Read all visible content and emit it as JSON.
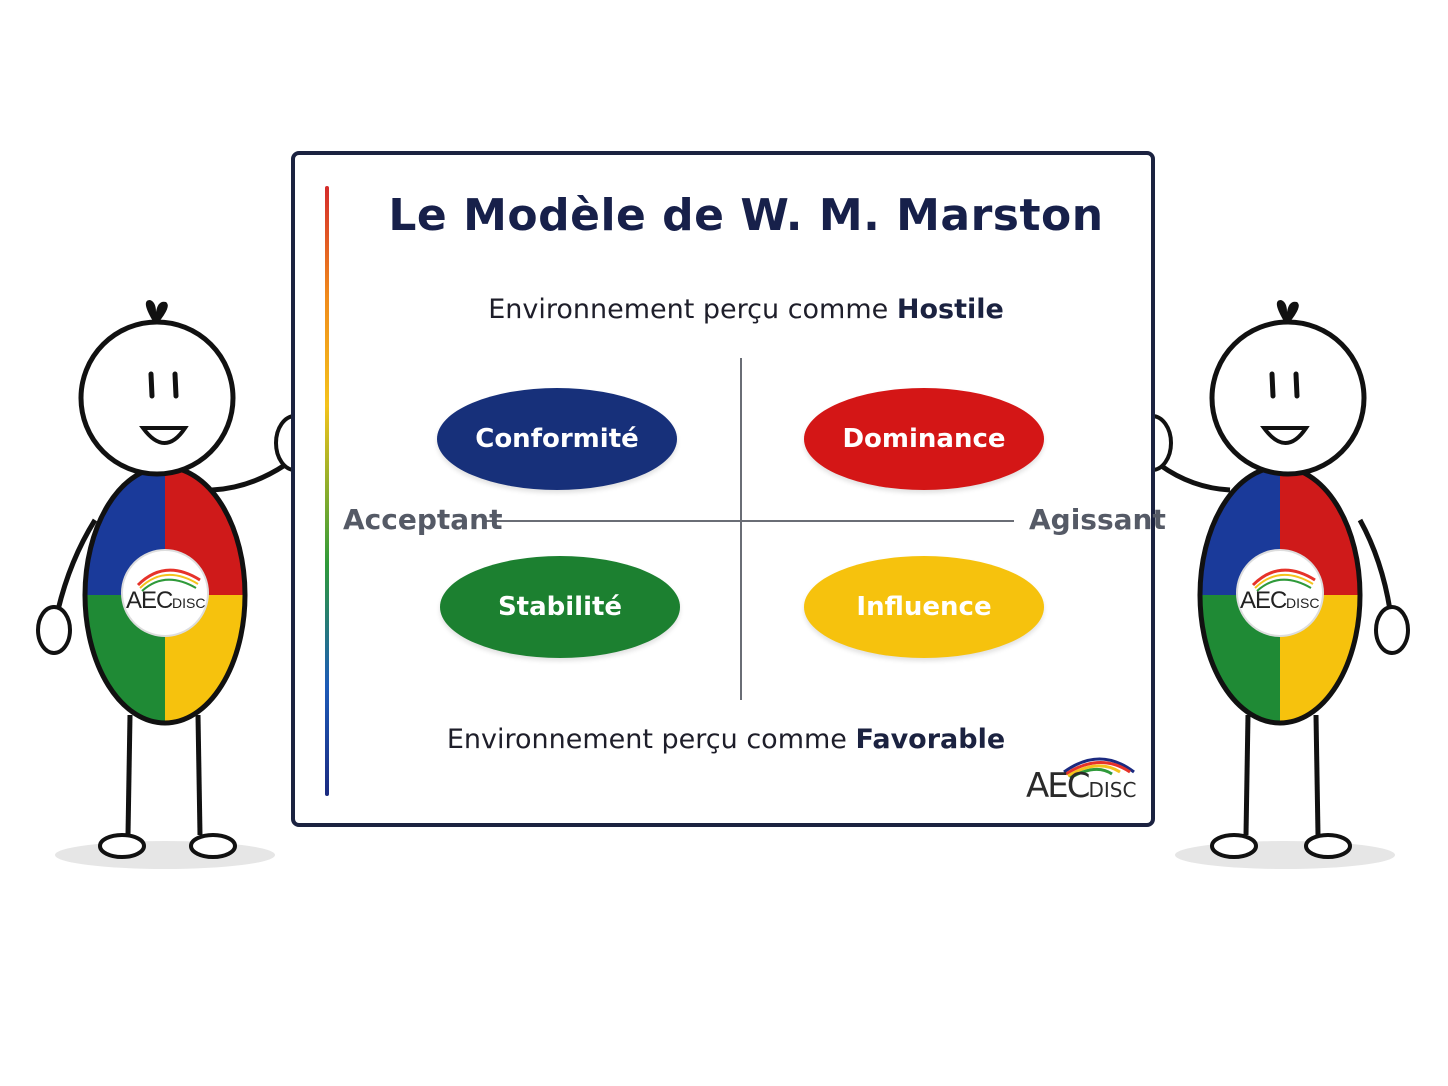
{
  "title": "Le Modèle de W. M. Marston",
  "environment_top": {
    "prefix": "Environnement perçu comme ",
    "emphasis": "Hostile"
  },
  "environment_bottom": {
    "prefix": "Environnement perçu comme ",
    "emphasis": "Favorable"
  },
  "axis": {
    "left": "Acceptant",
    "right": "Agissant"
  },
  "quadrants": [
    {
      "label": "Conformité",
      "color": "#17307a"
    },
    {
      "label": "Dominance",
      "color": "#d41616"
    },
    {
      "label": "Stabilité",
      "color": "#1c8030"
    },
    {
      "label": "Influence",
      "color": "#f6c20d"
    }
  ],
  "logo": {
    "main": "AEC",
    "suffix": "DISC"
  },
  "colors": {
    "board_border": "#1b2240",
    "title": "#17204a",
    "axis": "#6a6d75"
  },
  "icons": [
    "stick-figure-left",
    "stick-figure-right",
    "rainbow-arc-logo"
  ]
}
